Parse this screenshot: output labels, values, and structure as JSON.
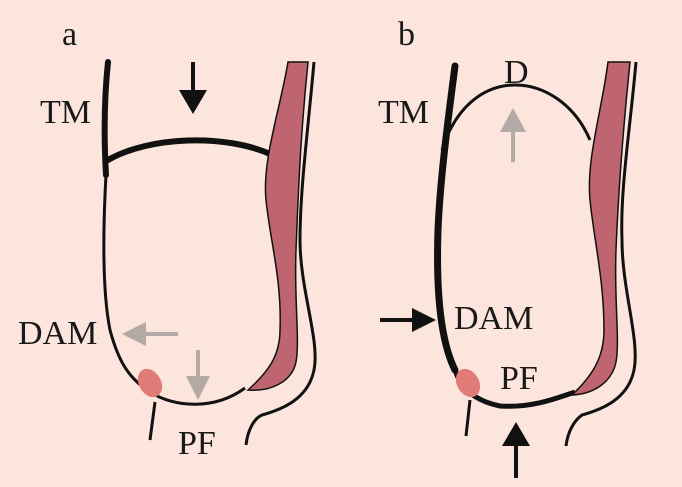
{
  "panels": [
    {
      "letter": "a",
      "labels": {
        "tm": "TM",
        "dam": "DAM",
        "pf": "PF"
      }
    },
    {
      "letter": "b",
      "labels": {
        "d": "D",
        "tm": "TM",
        "dam": "DAM",
        "pf": "PF"
      }
    }
  ],
  "colors": {
    "background": "#fbe5dc",
    "outline": "#111111",
    "muscle": "#bf6570",
    "muscle_light": "#e07b78",
    "arrow_dark": "#111111",
    "arrow_light": "#b3aaa6"
  }
}
